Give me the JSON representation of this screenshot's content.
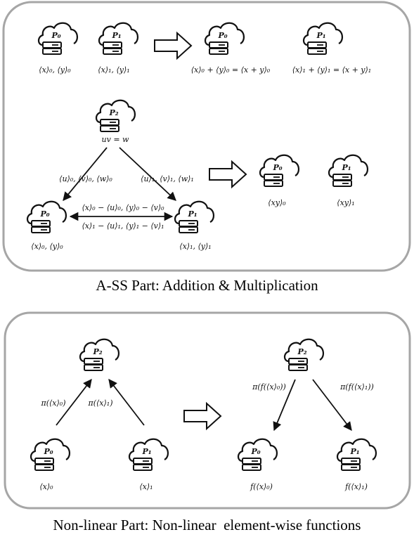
{
  "panel_a": {
    "caption": "A-SS Part: Addition & Multiplication",
    "row1": {
      "p0": {
        "name": "P₀",
        "label": "⟨x⟩₀, ⟨y⟩₀"
      },
      "p1": {
        "name": "P₁",
        "label": "⟨x⟩₁, ⟨y⟩₁"
      },
      "p0_out": {
        "name": "P₀",
        "label": "⟨x⟩₀ + ⟨y⟩₀ = ⟨x + y⟩₀"
      },
      "p1_out": {
        "name": "P₁",
        "label": "⟨x⟩₁ + ⟨y⟩₁ = ⟨x + y⟩₁"
      }
    },
    "row2": {
      "p2": {
        "name": "P₂",
        "label": "uv = w"
      },
      "p0": {
        "name": "P₀",
        "label": "⟨x⟩₀, ⟨y⟩₀"
      },
      "p1": {
        "name": "P₁",
        "label": "⟨x⟩₁, ⟨y⟩₁"
      },
      "edge_to_p0": "⟨u⟩₀, ⟨v⟩₀, ⟨w⟩₀",
      "edge_to_p1": "⟨u⟩₁, ⟨v⟩₁, ⟨w⟩₁",
      "edge_p0_to_p1": "⟨x⟩₀ − ⟨u⟩₀, ⟨y⟩₀ − ⟨v⟩₀",
      "edge_p1_to_p0": "⟨x⟩₁ − ⟨u⟩₁, ⟨y⟩₁ − ⟨v⟩₁",
      "p0_out": {
        "name": "P₀",
        "label": "⟨xy⟩₀"
      },
      "p1_out": {
        "name": "P₁",
        "label": "⟨xy⟩₁"
      }
    }
  },
  "panel_b": {
    "caption": "Non-linear Part: Non-linear  element-wise functions",
    "left": {
      "p2": {
        "name": "P₂"
      },
      "p0": {
        "name": "P₀",
        "label": "⟨x⟩₀"
      },
      "p1": {
        "name": "P₁",
        "label": "⟨x⟩₁"
      },
      "edge_p0": "π(⟨x⟩₀)",
      "edge_p1": "π(⟨x⟩₁)"
    },
    "right": {
      "p2": {
        "name": "P₂"
      },
      "p0": {
        "name": "P₀",
        "label": "f(⟨x⟩₀)"
      },
      "p1": {
        "name": "P₁",
        "label": "f(⟨x⟩₁)"
      },
      "edge_p0": "π(f(⟨x⟩₀))",
      "edge_p1": "π(f(⟨x⟩₁))"
    }
  },
  "icons": {
    "party": "cloud-server-icon",
    "transition": "hollow-right-arrow-icon"
  }
}
